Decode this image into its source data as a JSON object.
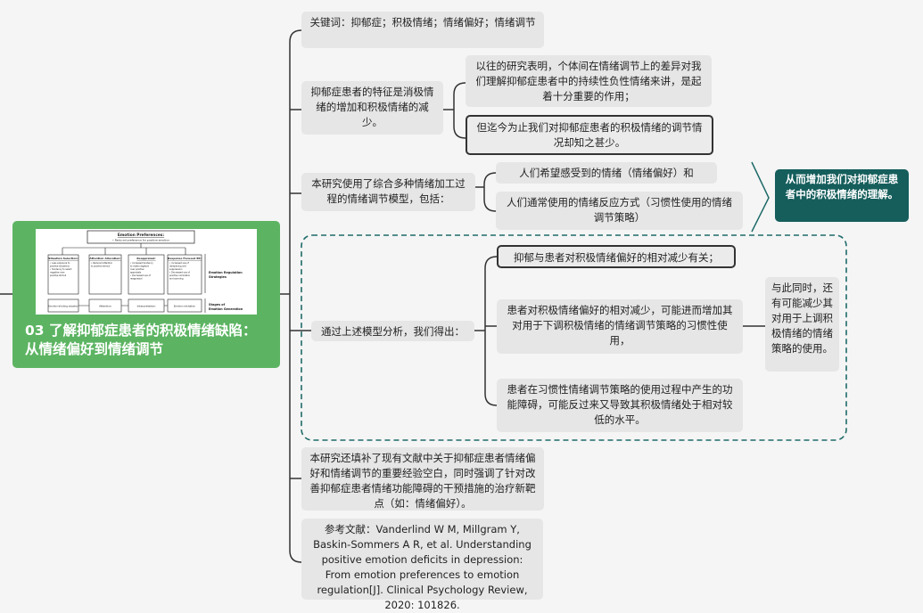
{
  "root": {
    "title_line1": "03 了解抑郁症患者的积极情绪缺陷：",
    "title_line2": "从情绪偏好到情绪调节",
    "figure": {
      "top_box_title": "Emotion Preferences:",
      "top_box_sub": "• Reduced preference for positive emotion",
      "columns": [
        {
          "title": "Situation Selection:",
          "lines": [
            "• Less exposure to",
            "positive situations",
            "• Tendency to select",
            "negative over",
            "positive stimuli"
          ]
        },
        {
          "title": "Attention Allocation:",
          "lines": [
            "• Reduced attention",
            "to positive stimuli"
          ]
        },
        {
          "title": "Reappraisal:",
          "lines": [
            "• Increased tendency",
            "to make negative",
            "over positive",
            "appraisals",
            "• Decreased use of",
            "reappraisal"
          ]
        },
        {
          "title": "Response Focused ER:",
          "lines": [
            "• Increased use of",
            "dampening and",
            "suppression",
            "• Decreased use of",
            "positive rumination",
            "and savoring"
          ]
        }
      ],
      "side_label_1": "Emotion Regulation",
      "side_label_2": "Strategies",
      "stages": [
        "Emotion-eliciting situation",
        "Attention",
        "Interpretation",
        "Emotion elicitation"
      ],
      "stages_label_1": "Stages of",
      "stages_label_2": "Emotion Generation"
    }
  },
  "nodes": {
    "keywords": "关键词：抑郁症；积极情绪；情绪偏好；情绪调节",
    "feature": "抑郁症患者的特征是消极情绪的增加和积极情绪的减少。",
    "feature_child1": "以往的研究表明，个体间在情绪调节上的差异对我们理解抑郁症患者中的持续性负性情绪来讲，是起着十分重要的作用；",
    "feature_child2": "但迄今为止我们对抑郁症患者的积极情绪的调节情况却知之甚少。",
    "model": "本研究使用了综合多种情绪加工过程的情绪调节模型，包括：",
    "model_child1": "人们希望感受到的情绪（情绪偏好）和",
    "model_child2": "人们通常使用的情绪反应方式（习惯性使用的情绪调节策略）",
    "summary": "从而增加我们对抑郁症患者中的积极情绪的理解。",
    "analysis": "通过上述模型分析，我们得出：",
    "finding1": "抑郁与患者对积极情绪偏好的相对减少有关；",
    "finding2": "患者对积极情绪偏好的相对减少，可能进而增加其对用于下调积极情绪的情绪调节策略的习惯性使用，",
    "finding2_child": "与此同时，还有可能减少其对用于上调积极情绪的情绪策略的使用。",
    "finding3": "患者在习惯性情绪调节策略的使用过程中产生的功能障碍，可能反过来又导致其积极情绪处于相对较低的水平。",
    "gap": "本研究还填补了现有文献中关于抑郁症患者情绪偏好和情绪调节的重要经验空白，同时强调了针对改善抑郁症患者情绪功能障碍的干预措施的治疗新靶点（如：情绪偏好）。",
    "reference": "参考文献：Vanderlind W M, Millgram Y, Baskin-Sommers A R, et al. Understanding positive emotion deficits in depression: From emotion preferences to emotion regulation[J]. Clinical Psychology Review, 2020: 101826."
  },
  "colors": {
    "root_bg": "#5cb462",
    "summary_bg": "#155e5c",
    "node_bg": "#e6e6e6",
    "connector": "#333333",
    "dashed_boundary": "#1f6b69"
  }
}
